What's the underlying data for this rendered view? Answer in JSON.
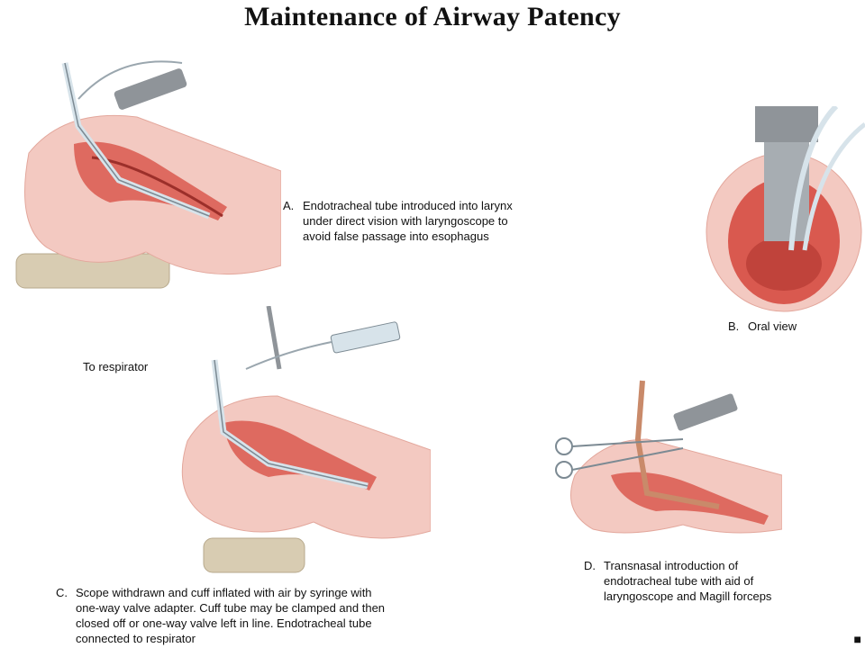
{
  "title": "Maintenance of Airway Patency",
  "panels": {
    "a": {
      "letter": "A.",
      "text": "Endotracheal tube introduced into larynx\nunder direct vision with laryngoscope to\navoid false passage into esophagus"
    },
    "b": {
      "letter": "B.",
      "text": "Oral view"
    },
    "c": {
      "letter": "C.",
      "text": "Scope withdrawn and cuff inflated with air by syringe with\none-way valve adapter. Cuff tube may be clamped and then\nclosed off or one-way valve left in line. Endotracheal tube\nconnected to respirator",
      "respirator_label": "To respirator"
    },
    "d": {
      "letter": "D.",
      "text": "Transnasal introduction of\nendotracheal tube with aid of\nlaryngoscope and Magill forceps"
    }
  },
  "corner_mark": "■",
  "colors": {
    "skin": "#f3c9c1",
    "skin_shadow": "#e3a79c",
    "tissue": "#d9594f",
    "metal": "#8f9499",
    "tube": "#d7e3ea",
    "pad": "#d8ccb2"
  }
}
